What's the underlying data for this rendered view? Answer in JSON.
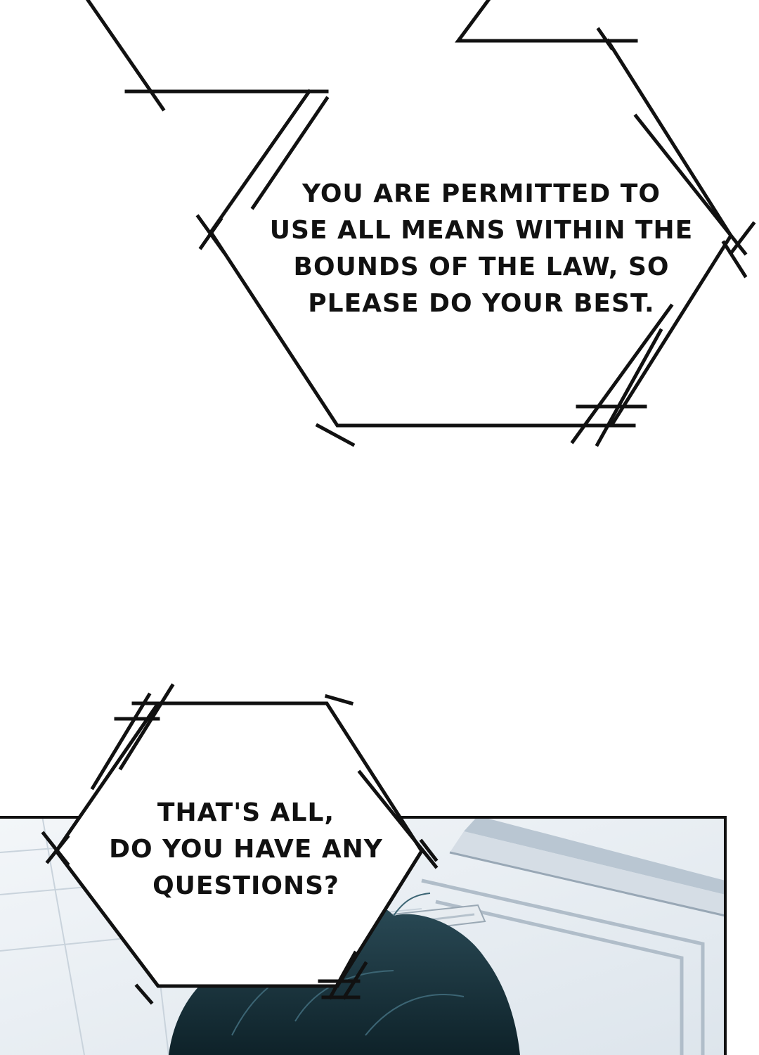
{
  "panel_1": {
    "bubble": {
      "lines": [
        "YOU ARE PERMITTED TO",
        "USE ALL MEANS WITHIN THE",
        "BOUNDS OF THE LAW, SO",
        "PLEASE DO YOUR BEST."
      ]
    }
  },
  "panel_2": {
    "bubble": {
      "lines": [
        "THAT'S ALL,",
        "DO YOU HAVE ANY",
        "QUESTIONS?"
      ]
    }
  },
  "colors": {
    "ink": "#111111",
    "paper": "#ffffff",
    "ceiling": "#e9eef3",
    "hair": "#16313a"
  }
}
